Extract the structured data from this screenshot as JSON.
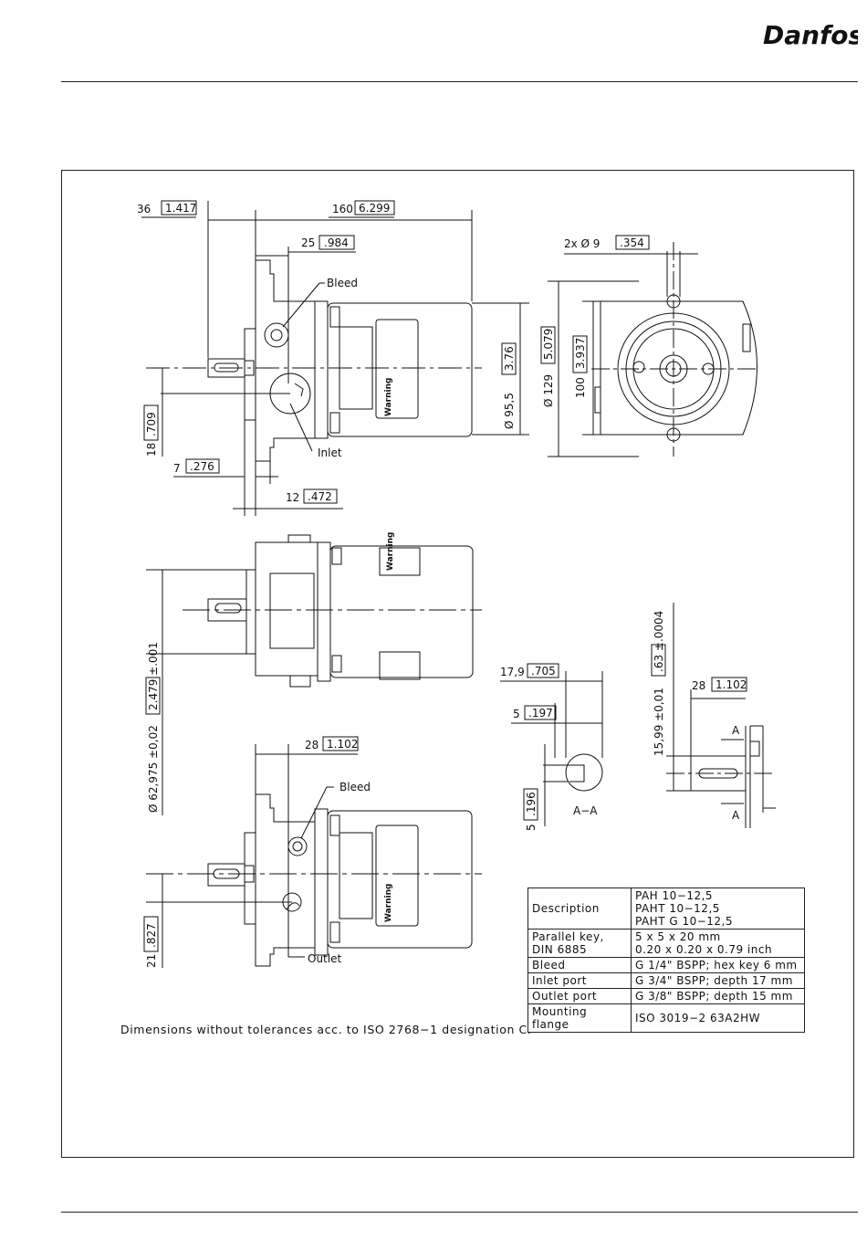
{
  "brand": {
    "logo_text": "Danfoss"
  },
  "drawing": {
    "top_view": {
      "dim_36": "36",
      "dim_36_in": "1.417",
      "dim_160": "160",
      "dim_160_in": "6.299",
      "dim_25": "25",
      "dim_25_in": ".984",
      "bleed": "Bleed",
      "inlet": "Inlet",
      "dia_95": "Ø 95,5",
      "dia_95_in": "3.76",
      "dim_18": "18",
      "dim_18_in": ".709",
      "dim_7": "7",
      "dim_7_in": ".276",
      "dim_12": "12",
      "dim_12_in": ".472",
      "warning": "Warning"
    },
    "end_view": {
      "holes": "2x   Ø 9",
      "holes_in": ".354",
      "dia_129": "Ø 129",
      "dia_129_in": "5.079",
      "dim_100": "100",
      "dim_100_in": "3.937"
    },
    "side_view": {
      "shaft_dia": "Ø 62,975  ±0,02",
      "shaft_dia_in": "2.479  ±.001",
      "warning": "Warning"
    },
    "key_section": {
      "dim_179": "17,9",
      "dim_179_in": ".705",
      "dim_5": "5",
      "dim_5_in": ".197",
      "dim_5b": "5",
      "dim_5b_in": ".196",
      "label": "A−A"
    },
    "shaft_detail": {
      "dim_1599": "15,99  ±0,01",
      "dim_1599_in": ".63  ±.0004",
      "dim_28": "28",
      "dim_28_in": "1.102",
      "section_a": "A"
    },
    "bottom_view": {
      "dim_28": "28",
      "dim_28_in": "1.102",
      "bleed": "Bleed",
      "outlet": "Outlet",
      "dim_21": "21",
      "dim_21_in": ".827",
      "warning": "Warning"
    }
  },
  "note": "Dimensions without tolerances acc. to ISO 2768−1 designation C.",
  "spec_table": {
    "rows": [
      {
        "label": "Description",
        "value_lines": [
          "PAH 10−12,5",
          "PAHT 10−12,5",
          "PAHT G 10−12,5"
        ]
      },
      {
        "label": "Parallel key,\nDIN 6885",
        "value_lines": [
          "5 x 5 x 20 mm",
          "0.20 x 0.20 x 0.79 inch"
        ]
      },
      {
        "label": "Bleed",
        "value_lines": [
          "G 1/4\" BSPP; hex key 6 mm"
        ]
      },
      {
        "label": "Inlet port",
        "value_lines": [
          "G 3/4\" BSPP; depth 17 mm"
        ]
      },
      {
        "label": "Outlet port",
        "value_lines": [
          "G 3/8\" BSPP; depth 15 mm"
        ]
      },
      {
        "label": "Mounting flange",
        "value_lines": [
          "ISO 3019−2 63A2HW"
        ]
      }
    ]
  }
}
